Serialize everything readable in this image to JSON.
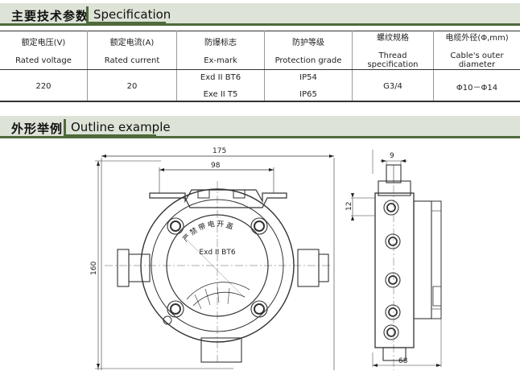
{
  "sections": {
    "spec": {
      "cn": "主要技术参数",
      "en": "Specification"
    },
    "outline": {
      "cn": "外形举例",
      "en": "Outline example"
    }
  },
  "table": {
    "columns": [
      {
        "cn": "额定电压(V)",
        "en": "Rated voltage"
      },
      {
        "cn": "额定电流(A)",
        "en": "Rated current"
      },
      {
        "cn": "防爆标志",
        "en": "Ex-mark"
      },
      {
        "cn": "防护等级",
        "en": "Protection grade"
      },
      {
        "cn": "螺纹规格",
        "en": "Thread specification"
      },
      {
        "cn": "电缆外径(Φ,mm)",
        "en": "Cable's outer diameter"
      }
    ],
    "values": {
      "voltage": "220",
      "current": "20",
      "exmark": [
        "Exd II BT6",
        "Exe II T5"
      ],
      "protection": [
        "IP54",
        "IP65"
      ],
      "thread": "G3/4",
      "cable": "Φ10－Φ14"
    }
  },
  "drawing": {
    "dims": {
      "d175": "175",
      "d98": "98",
      "d160": "160",
      "d9": "9",
      "d12": "12",
      "d68": "68"
    },
    "face_label": "Exd II BT6",
    "arc_label": "严禁带电开盖"
  },
  "colors": {
    "accent": "#4f6a3c",
    "band": "#dde3d7"
  }
}
